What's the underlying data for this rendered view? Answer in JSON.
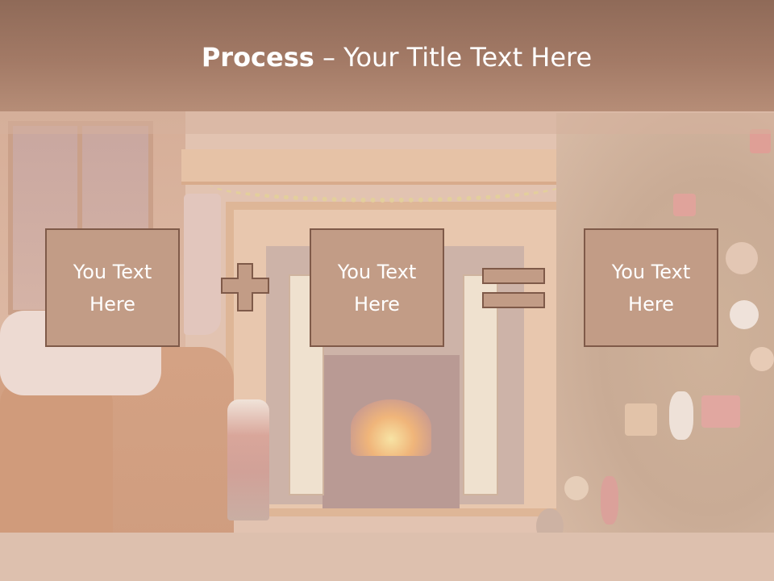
{
  "title": {
    "bold": "Process",
    "rest": " – Your Title Text Here"
  },
  "process": {
    "boxes": [
      {
        "label": "You Text\nHere"
      },
      {
        "label": "You Text\nHere"
      },
      {
        "label": "You Text\nHere"
      }
    ],
    "operators": [
      "plus-icon",
      "equals-icon"
    ]
  },
  "colors": {
    "title_bar": "#a37a66",
    "box_fill": "#c29c86",
    "box_border": "#7f5a49",
    "text": "#ffffff"
  }
}
